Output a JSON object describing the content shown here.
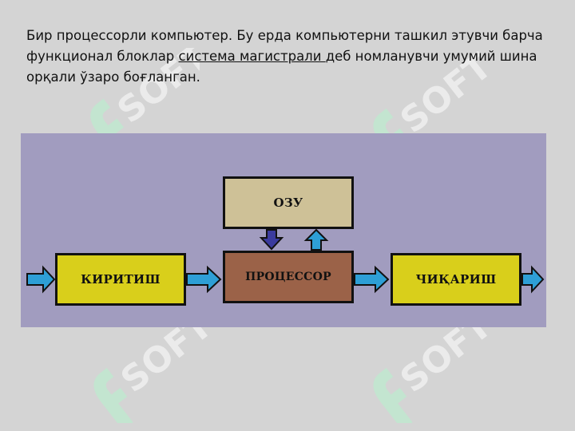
{
  "text": {
    "line1": "Бир процессорли компьютер. Бу ерда компьютерни ташкил этувчи барча",
    "line2_before": "функционал блоклар ",
    "line2_link": "система магистрали ",
    "line2_after": "деб номланувчи  умумий шина",
    "line3": "орқали ўзаро боғланган."
  },
  "diagram": {
    "ram_label": "ОЗУ",
    "cpu_label": "ПРОЦЕССОР",
    "input_label": "КИРИТИШ",
    "output_label": "ЧИҚАРИШ"
  },
  "watermark": {
    "text": "SOFT"
  },
  "colors": {
    "background": "#d4d4d4",
    "panel": "#a19cbf",
    "ram": "#cec197",
    "cpu": "#9b6248",
    "io": "#d9cf1b",
    "arrow_light": "#2e9fd6",
    "arrow_dark": "#3b3b9e",
    "watermark_mark": "#bfe8cf"
  }
}
